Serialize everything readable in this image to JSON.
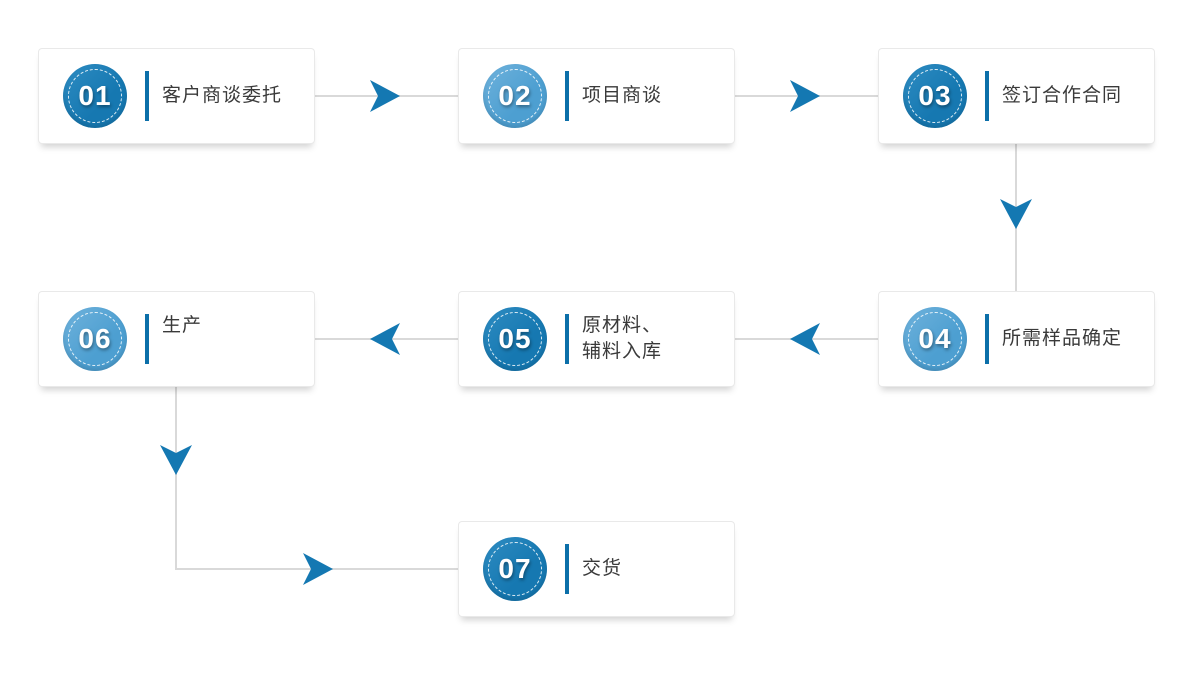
{
  "page": {
    "background": "#ffffff",
    "description": "7-step production workflow flowchart"
  },
  "flow": {
    "colors": {
      "circle_dark": "#1678b1",
      "circle_dark_hi": "#2e8cc2",
      "circle_light": "#4d9fd1",
      "circle_light_hi": "#6fb2dc",
      "divider_blue": "#0c6fa9",
      "arrow_blue": "#1478b2",
      "connector_gray": "#d9d9d9",
      "label_text": "#3a3a3a",
      "number_text": "#ffffff",
      "card_border": "#e9e9e9"
    },
    "steps": [
      {
        "number": "01",
        "label": "客户商谈委托",
        "tone": "dark"
      },
      {
        "number": "02",
        "label": "项目商谈",
        "tone": "light"
      },
      {
        "number": "03",
        "label": "签订合作合同",
        "tone": "dark"
      },
      {
        "number": "04",
        "label": "所需样品确定",
        "tone": "light"
      },
      {
        "number": "05",
        "label": "原材料、\n辅料入库",
        "tone": "dark"
      },
      {
        "number": "06",
        "label": "生产",
        "tone": "light"
      },
      {
        "number": "07",
        "label": "交货",
        "tone": "dark"
      }
    ],
    "connections": [
      {
        "from": "01",
        "to": "02",
        "direction": "right"
      },
      {
        "from": "02",
        "to": "03",
        "direction": "right"
      },
      {
        "from": "03",
        "to": "04",
        "direction": "down"
      },
      {
        "from": "04",
        "to": "05",
        "direction": "left"
      },
      {
        "from": "05",
        "to": "06",
        "direction": "left"
      },
      {
        "from": "06",
        "to": "07",
        "direction": "down-then-right"
      }
    ]
  }
}
